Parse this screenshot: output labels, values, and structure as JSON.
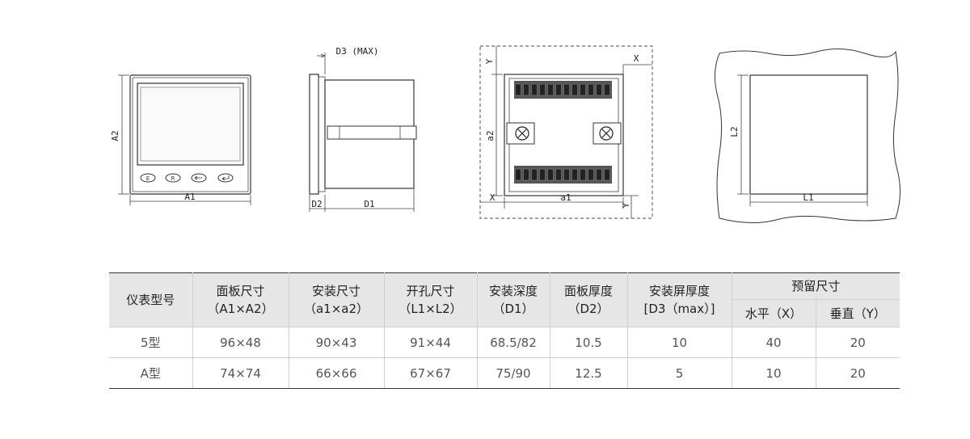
{
  "diagrams": {
    "front": {
      "width_label": "A1",
      "height_label": "A2",
      "key_icons": [
        "menu-e-icon",
        "menu-r-icon",
        "menu-left-icon",
        "enter-icon"
      ]
    },
    "side": {
      "top_label": "D3 (MAX)",
      "panel_label": "D2",
      "depth_label": "D1"
    },
    "rear": {
      "width_label": "a1",
      "height_label": "a2",
      "gap_x_label": "X",
      "gap_y_label": "Y"
    },
    "cutout": {
      "width_label": "L1",
      "height_label": "L2"
    }
  },
  "table": {
    "columns": [
      {
        "key": "model",
        "name": "仪表型号",
        "sub": ""
      },
      {
        "key": "panel",
        "name": "面板尺寸",
        "sub": "（A1×A2）"
      },
      {
        "key": "install",
        "name": "安装尺寸",
        "sub": "（a1×a2）"
      },
      {
        "key": "cutout",
        "name": "开孔尺寸",
        "sub": "（L1×L2）"
      },
      {
        "key": "depth",
        "name": "安装深度",
        "sub": "（D1）"
      },
      {
        "key": "panel_thickness",
        "name": "面板厚度",
        "sub": "（D2）"
      },
      {
        "key": "screen_thickness",
        "name": "安装屏厚度",
        "sub": "[D3（max）]"
      }
    ],
    "reserve": {
      "name": "预留尺寸",
      "horizontal": "水平（X）",
      "vertical": "垂直（Y）"
    },
    "rows": [
      {
        "model": "5型",
        "panel": "96×48",
        "install": "90×43",
        "cutout": "91×44",
        "depth": "68.5/82",
        "panel_thickness": "10.5",
        "screen_thickness": "10",
        "x": "40",
        "y": "20"
      },
      {
        "model": "A型",
        "panel": "74×74",
        "install": "66×66",
        "cutout": "67×67",
        "depth": "75/90",
        "panel_thickness": "12.5",
        "screen_thickness": "5",
        "x": "10",
        "y": "20"
      }
    ]
  }
}
